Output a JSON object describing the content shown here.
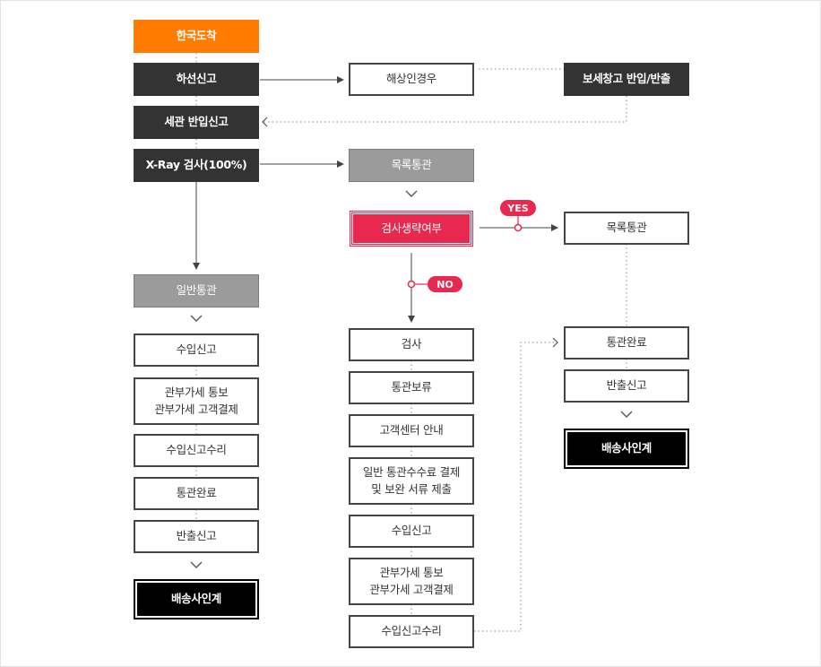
{
  "left_column": {
    "korea_arrival": "한국도착",
    "unloading_report": "하선신고",
    "customs_entry_report": "세관 반입신고",
    "xray_inspection": "X-Ray 검사(100%)",
    "general_clearance": "일반통관",
    "import_declaration": "수입신고",
    "duty_notice": "관부가세 통보\n관부가세 고객결제",
    "import_acceptance": "수입신고수리",
    "clearance_complete": "통관완료",
    "export_report": "반출신고",
    "delivery_handover": "배송사인계"
  },
  "middle_column": {
    "sea_case": "해상인경우",
    "list_clearance": "목록통관",
    "inspection_skip_check": "검사생략여부",
    "no_label": "NO",
    "inspection": "검사",
    "clearance_hold": "통관보류",
    "customer_center_notice": "고객센터 안내",
    "general_fee_payment": "일반 통관수수료 결제\n및 보완 서류 제출",
    "import_declaration": "수입신고",
    "duty_notice": "관부가세 통보\n관부가세 고객결제",
    "import_acceptance": "수입신고수리"
  },
  "right_column": {
    "bonded_warehouse": "보세창고 반입/반출",
    "yes_label": "YES",
    "list_clearance": "목록통관",
    "clearance_complete": "통관완료",
    "export_report": "반출신고",
    "delivery_handover": "배송사인계"
  },
  "colors": {
    "orange": "#ff7c00",
    "dark": "#333333",
    "gray": "#9b9b9b",
    "pink": "#e8284f",
    "black": "#000000"
  }
}
